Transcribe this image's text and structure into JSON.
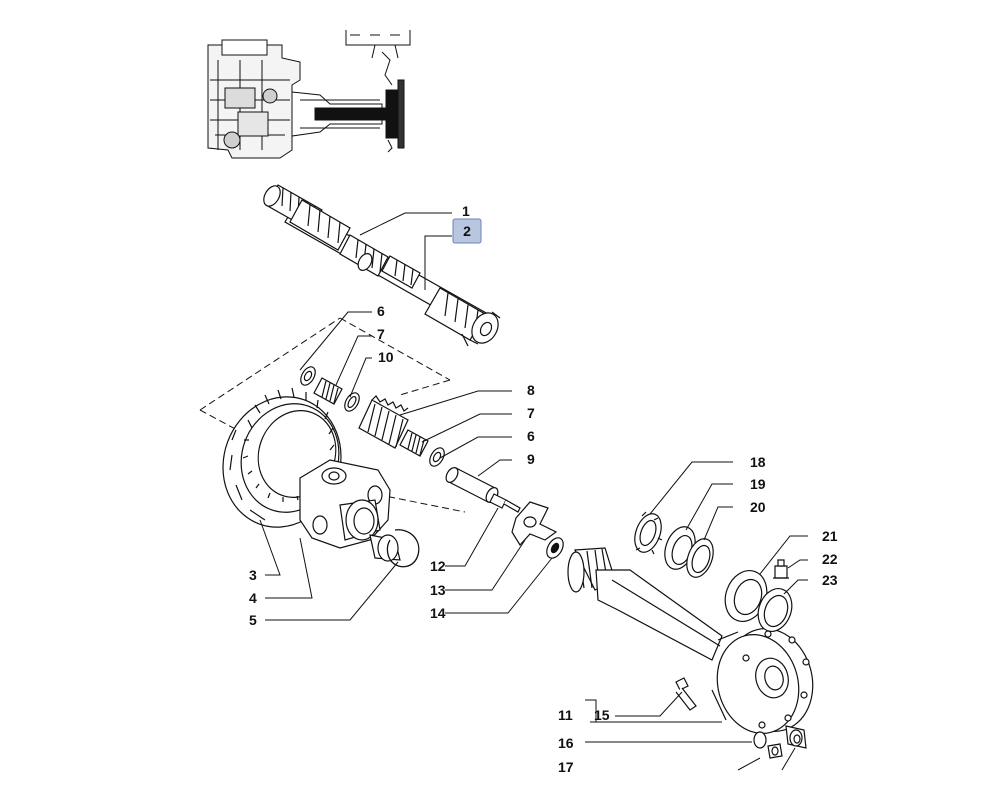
{
  "diagram": {
    "selected_part": "2",
    "colors": {
      "line": "#111111",
      "highlight_fill": "#b9c6e0",
      "highlight_stroke": "#6d83b8"
    },
    "callouts": {
      "p1": "1",
      "p2": "2",
      "p3": "3",
      "p4": "4",
      "p5": "5",
      "p6a": "6",
      "p6b": "6",
      "p7a": "7",
      "p7b": "7",
      "p8": "8",
      "p9": "9",
      "p10": "10",
      "p11": "11",
      "p12": "12",
      "p13": "13",
      "p14": "14",
      "p15": "15",
      "p16": "16",
      "p17": "17",
      "p18": "18",
      "p19": "19",
      "p20": "20",
      "p21": "21",
      "p22": "22",
      "p23": "23"
    }
  }
}
